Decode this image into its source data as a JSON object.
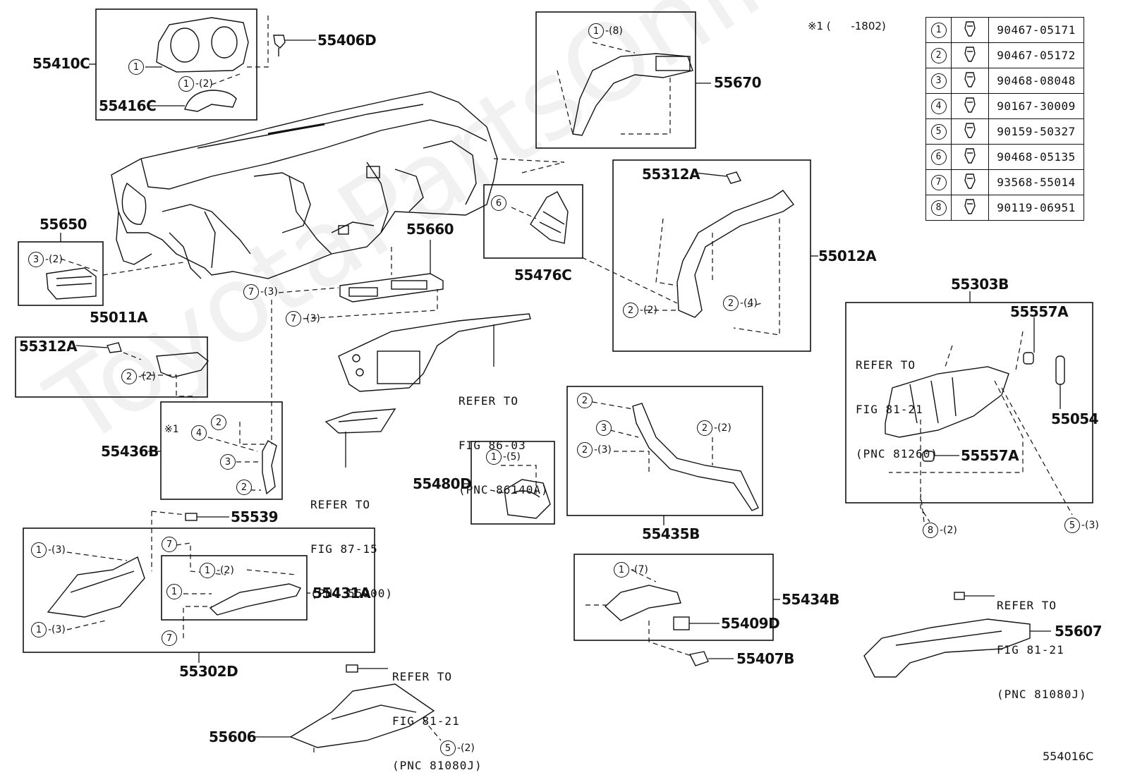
{
  "diagram": {
    "illustration_code": "554016C",
    "note": "※1 (      -1802)",
    "watermark": "ToyotaPartsOnline"
  },
  "fasteners": [
    {
      "num": "1",
      "part": "90467-05171"
    },
    {
      "num": "2",
      "part": "90467-05172"
    },
    {
      "num": "3",
      "part": "90468-08048"
    },
    {
      "num": "4",
      "part": "90167-30009"
    },
    {
      "num": "5",
      "part": "90159-50327"
    },
    {
      "num": "6",
      "part": "90468-05135"
    },
    {
      "num": "7",
      "part": "93568-55014"
    },
    {
      "num": "8",
      "part": "90119-06951"
    }
  ],
  "labels": {
    "p55410C": "55410C",
    "p55406D": "55406D",
    "p55416C": "55416C",
    "p55670": "55670",
    "p55650": "55650",
    "p55660": "55660",
    "p55476C": "55476C",
    "p55312A_a": "55312A",
    "p55312A_b": "55312A",
    "p55012A": "55012A",
    "p55011A": "55011A",
    "p55303B": "55303B",
    "p55557A_a": "55557A",
    "p55557A_b": "55557A",
    "p55054": "55054",
    "p55436B": "55436B",
    "p55480D": "55480D",
    "p55435B": "55435B",
    "p55539": "55539",
    "p55431A": "55431A",
    "p55302D": "55302D",
    "p55434B": "55434B",
    "p55409D": "55409D",
    "p55407B": "55407B",
    "p55606": "55606",
    "p55607": "55607"
  },
  "refs": {
    "r86140A": {
      "l1": "REFER TO",
      "l2": "FIG 86-03",
      "l3": "(PNC 86140A)"
    },
    "r55900": {
      "l1": "REFER TO",
      "l2": "FIG 87-15",
      "l3": "(PNC 55900)"
    },
    "r81260": {
      "l1": "REFER TO",
      "l2": "FIG 81-21",
      "l3": "(PNC 81260)"
    },
    "r81080Ja": {
      "l1": "REFER TO",
      "l2": "FIG 81-21",
      "l3": "(PNC 81080J)"
    },
    "r81080Jb": {
      "l1": "REFER TO",
      "l2": "FIG 81-21",
      "l3": "(PNC 81080J)"
    }
  },
  "callouts": {
    "c1": {
      "n": "1",
      "q": ""
    },
    "c2": {
      "n": "1",
      "q": "-(2)"
    },
    "c3": {
      "n": "1",
      "q": "-(8)"
    },
    "c4": {
      "n": "3",
      "q": "-(2)"
    },
    "c5": {
      "n": "7",
      "q": "-(3)"
    },
    "c6": {
      "n": "7",
      "q": "-(3)"
    },
    "c7": {
      "n": "6",
      "q": ""
    },
    "c8": {
      "n": "2",
      "q": "-(2)"
    },
    "c9": {
      "n": "2",
      "q": "-(2)"
    },
    "c10": {
      "n": "2",
      "q": "-(4)"
    },
    "c11": {
      "n": "2",
      "q": ""
    },
    "c12": {
      "n": "4",
      "q": ""
    },
    "c13": {
      "n": "3",
      "q": ""
    },
    "c14": {
      "n": "2",
      "q": ""
    },
    "c15": {
      "n": "1",
      "q": "-(5)"
    },
    "c16": {
      "n": "2",
      "q": ""
    },
    "c17": {
      "n": "3",
      "q": ""
    },
    "c18": {
      "n": "2",
      "q": "-(3)"
    },
    "c19": {
      "n": "2",
      "q": "-(2)"
    },
    "c20": {
      "n": "1",
      "q": "-(3)"
    },
    "c21": {
      "n": "1",
      "q": "-(3)"
    },
    "c22": {
      "n": "7",
      "q": ""
    },
    "c23": {
      "n": "1",
      "q": "-(2)"
    },
    "c24": {
      "n": "1",
      "q": ""
    },
    "c25": {
      "n": "7",
      "q": ""
    },
    "c26": {
      "n": "1",
      "q": "-(7)"
    },
    "c27": {
      "n": "8",
      "q": "-(2)"
    },
    "c28": {
      "n": "5",
      "q": "-(3)"
    },
    "c29": {
      "n": "5",
      "q": "-(2)"
    }
  },
  "notemark": "※1"
}
